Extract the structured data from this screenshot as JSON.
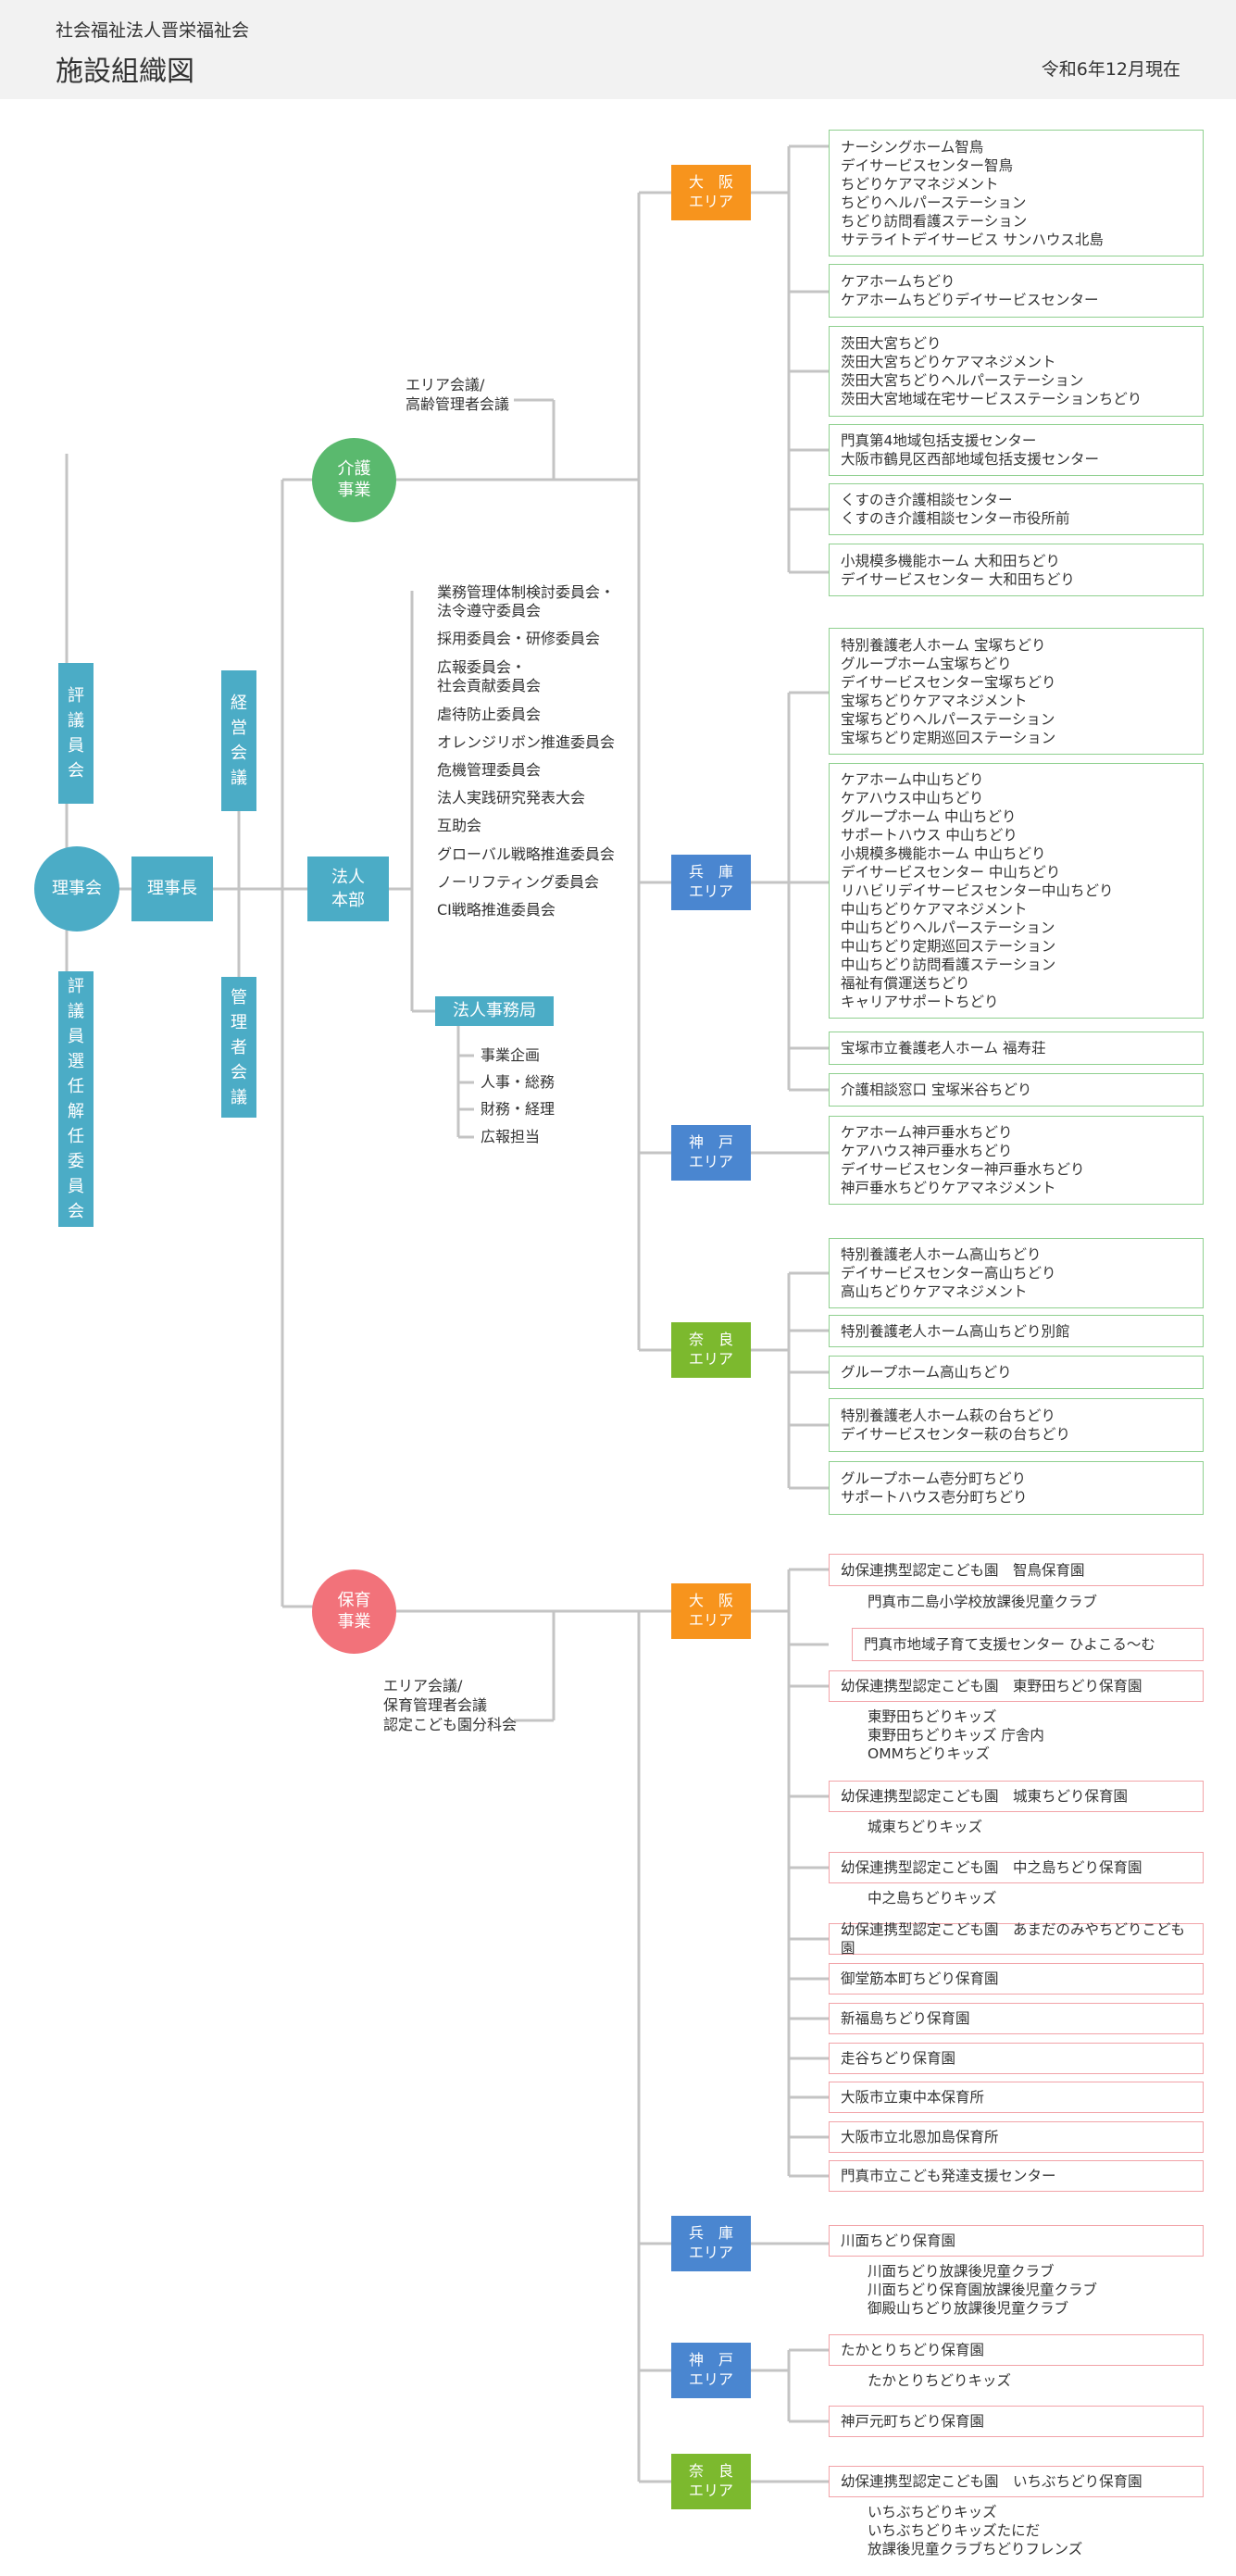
{
  "header": {
    "org_name": "社会福祉法人晋栄福祉会",
    "title": "施設組織図",
    "as_of": "令和6年12月現在"
  },
  "colors": {
    "header_bg": "#f2f2f2",
    "governance_blue": "#4bacc6",
    "kaigo_green": "#5ab96e",
    "hoiku_pink": "#f2727a",
    "area_osaka_orange": "#f7941d",
    "area_hyogo_kobe_blue": "#4a86d0",
    "area_nara_green": "#7cb92e",
    "facility_border_green": "#8fd08f",
    "facility_border_red": "#f2a3a8",
    "connector_gray": "#c4c4c4"
  },
  "governance": {
    "board": "理事会",
    "chairman": "理事長",
    "councilors": [
      "評",
      "議",
      "員",
      "会"
    ],
    "councilor_committee": [
      "評",
      "議",
      "員",
      "選",
      "任",
      "解",
      "任",
      "委",
      "員",
      "会"
    ],
    "management_meeting": [
      "経",
      "営",
      "会",
      "議"
    ],
    "managers_meeting": [
      "管",
      "理",
      "者",
      "会",
      "議"
    ]
  },
  "headquarters": {
    "label": "法人\n本部",
    "committees": [
      "業務管理体制検討委員会・\n法令遵守委員会",
      "採用委員会・研修委員会",
      "広報委員会・\n社会貢献委員会",
      "虐待防止委員会",
      "オレンジリボン推進委員会",
      "危機管理委員会",
      "法人実践研究発表大会",
      "互助会",
      "グローバル戦略推進委員会",
      "ノーリフティング委員会",
      "CI戦略推進委員会"
    ],
    "office": {
      "label": "法人事務局",
      "departments": [
        "事業企画",
        "人事・総務",
        "財務・経理",
        "広報担当"
      ]
    }
  },
  "kaigo": {
    "label": "介護\n事業",
    "meeting": "エリア会議/\n高齢管理者会議",
    "areas": [
      {
        "label": "大　阪\nエリア",
        "facilities": [
          "ナーシングホーム智鳥\nデイサービスセンター智鳥\nちどりケアマネジメント\nちどりヘルパーステーション\nちどり訪問看護ステーション\nサテライトデイサービス サンハウス北島",
          "ケアホームちどり\nケアホームちどりデイサービスセンター",
          "茨田大宮ちどり\n茨田大宮ちどりケアマネジメント\n茨田大宮ちどりヘルパーステーション\n茨田大宮地域在宅サービスステーションちどり",
          "門真第4地域包括支援センター\n大阪市鶴見区西部地域包括支援センター",
          "くすのき介護相談センター\nくすのき介護相談センター市役所前",
          "小規模多機能ホーム 大和田ちどり\nデイサービスセンター 大和田ちどり"
        ]
      },
      {
        "label": "兵　庫\nエリア",
        "facilities": [
          "特別養護老人ホーム 宝塚ちどり\nグループホーム宝塚ちどり\nデイサービスセンター宝塚ちどり\n宝塚ちどりケアマネジメント\n宝塚ちどりヘルパーステーション\n宝塚ちどり定期巡回ステーション",
          "ケアホーム中山ちどり\nケアハウス中山ちどり\nグループホーム 中山ちどり\nサポートハウス 中山ちどり\n小規模多機能ホーム 中山ちどり\nデイサービスセンター 中山ちどり\nリハビリデイサービスセンター中山ちどり\n中山ちどりケアマネジメント\n中山ちどりヘルパーステーション\n中山ちどり定期巡回ステーション\n中山ちどり訪問看護ステーション\n福祉有償運送ちどり\nキャリアサポートちどり",
          "宝塚市立養護老人ホーム 福寿荘",
          "介護相談窓口 宝塚米谷ちどり"
        ]
      },
      {
        "label": "神　戸\nエリア",
        "facilities": [
          "ケアホーム神戸垂水ちどり\nケアハウス神戸垂水ちどり\nデイサービスセンター神戸垂水ちどり\n神戸垂水ちどりケアマネジメント"
        ]
      },
      {
        "label": "奈　良\nエリア",
        "facilities": [
          "特別養護老人ホーム高山ちどり\nデイサービスセンター高山ちどり\n高山ちどりケアマネジメント",
          "特別養護老人ホーム高山ちどり別館",
          "グループホーム高山ちどり",
          "特別養護老人ホーム萩の台ちどり\nデイサービスセンター萩の台ちどり",
          "グループホーム壱分町ちどり\nサポートハウス壱分町ちどり"
        ]
      }
    ]
  },
  "hoiku": {
    "label": "保育\n事業",
    "meeting": "エリア会議/\n保育管理者会議\n認定こども園分科会",
    "areas": [
      {
        "label": "大　阪\nエリア",
        "facilities": [
          {
            "name": "幼保連携型認定こども園　智鳥保育園",
            "children": "門真市二島小学校放課後児童クラブ"
          },
          {
            "name": "門真市地域子育て支援センター ひよこる〜む",
            "children": ""
          },
          {
            "name": "幼保連携型認定こども園　東野田ちどり保育園",
            "children": "東野田ちどりキッズ\n東野田ちどりキッズ 庁舎内\nOMMちどりキッズ"
          },
          {
            "name": "幼保連携型認定こども園　城東ちどり保育園",
            "children": "城東ちどりキッズ"
          },
          {
            "name": "幼保連携型認定こども園　中之島ちどり保育園",
            "children": "中之島ちどりキッズ"
          },
          {
            "name": "幼保連携型認定こども園　あまだのみやちどりこども園",
            "children": ""
          },
          {
            "name": "御堂筋本町ちどり保育園",
            "children": ""
          },
          {
            "name": "新福島ちどり保育園",
            "children": ""
          },
          {
            "name": "走谷ちどり保育園",
            "children": ""
          },
          {
            "name": "大阪市立東中本保育所",
            "children": ""
          },
          {
            "name": "大阪市立北恩加島保育所",
            "children": ""
          },
          {
            "name": "門真市立こども発達支援センター",
            "children": ""
          }
        ]
      },
      {
        "label": "兵　庫\nエリア",
        "facilities": [
          {
            "name": "川面ちどり保育園",
            "children": "川面ちどり放課後児童クラブ\n川面ちどり保育園放課後児童クラブ\n御殿山ちどり放課後児童クラブ"
          }
        ]
      },
      {
        "label": "神　戸\nエリア",
        "facilities": [
          {
            "name": "たかとりちどり保育園",
            "children": "たかとりちどりキッズ"
          },
          {
            "name": "神戸元町ちどり保育園",
            "children": ""
          }
        ]
      },
      {
        "label": "奈　良\nエリア",
        "facilities": [
          {
            "name": "幼保連携型認定こども園　いちぶちどり保育園",
            "children": "いちぶちどりキッズ\nいちぶちどりキッズたにだ\n放課後児童クラブちどりフレンズ"
          }
        ]
      }
    ]
  }
}
